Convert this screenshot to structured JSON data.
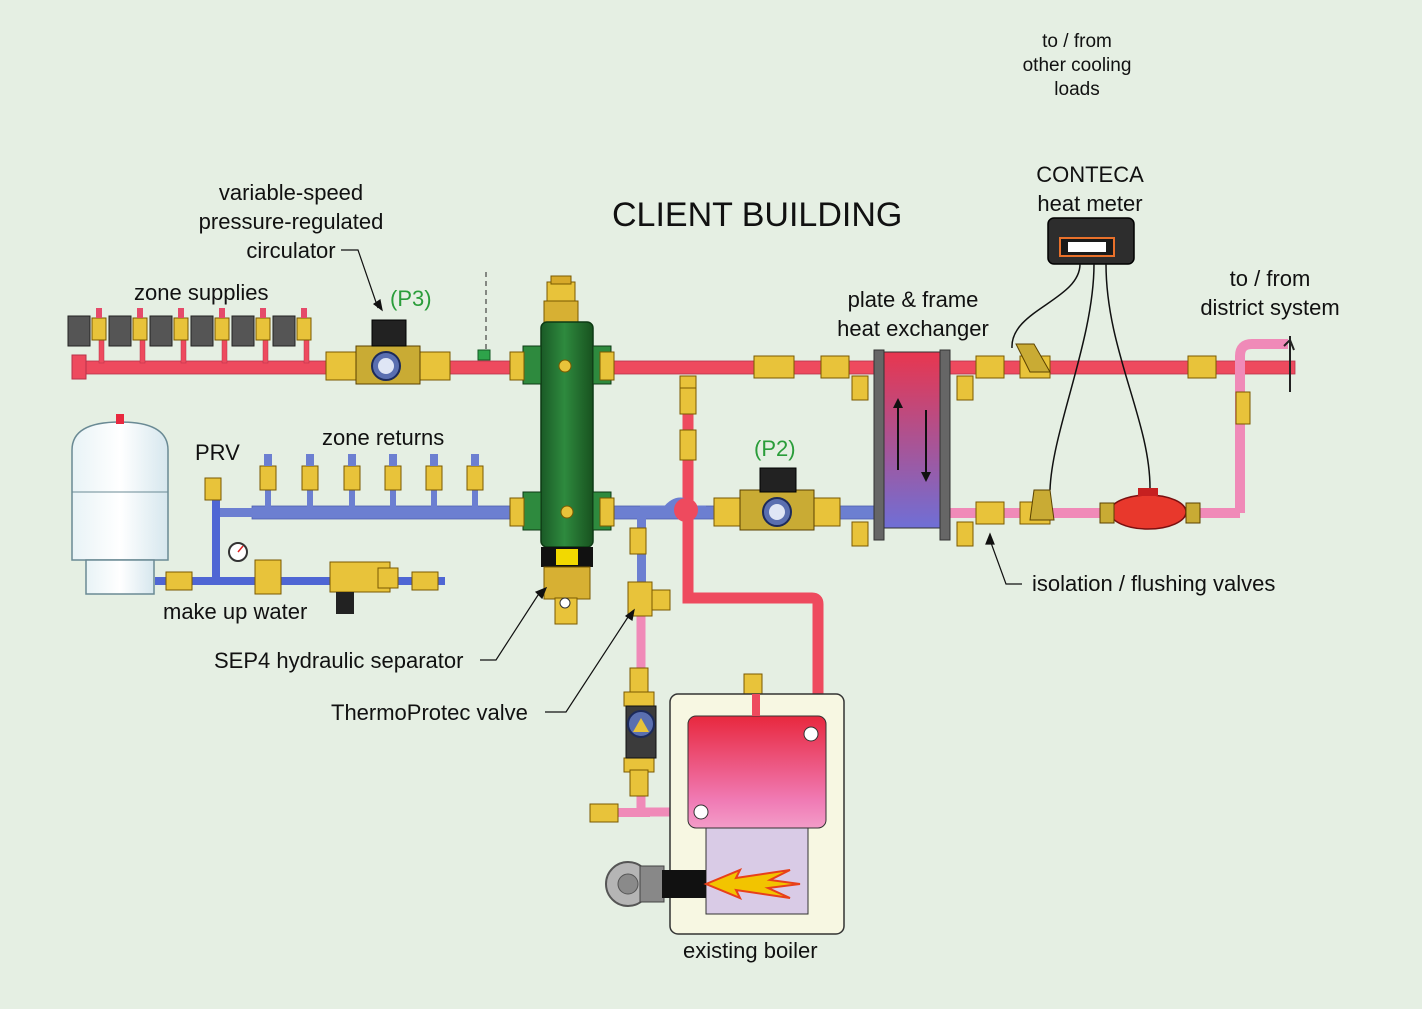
{
  "title": "CLIENT BUILDING",
  "labels": {
    "cooling_loads": [
      "to / from",
      "other cooling",
      "loads"
    ],
    "heat_meter": [
      "CONTECA",
      "heat meter"
    ],
    "district": [
      "to / from",
      "district system"
    ],
    "circulator": [
      "variable-speed",
      "pressure-regulated",
      "circulator"
    ],
    "p3": "(P3)",
    "p2": "(P2)",
    "zone_supplies": "zone supplies",
    "zone_returns": "zone returns",
    "prv": "PRV",
    "makeup": "make up water",
    "sep4": "SEP4 hydraulic separator",
    "thermoprotec": "ThermoProtec valve",
    "hx": [
      "plate & frame",
      "heat exchanger"
    ],
    "isolation": "isolation / flushing valves",
    "boiler": "existing boiler"
  },
  "colors": {
    "background": "#e5efe3",
    "supply_pipe": "#ee4a5e",
    "return_pipe": "#6c7fd1",
    "district_return_pipe": "#f08ab8",
    "makeup_pipe": "#4f66d4",
    "separator": "#1f6e2e",
    "brass": "#e8c33a",
    "meter_red": "#e8382c"
  }
}
